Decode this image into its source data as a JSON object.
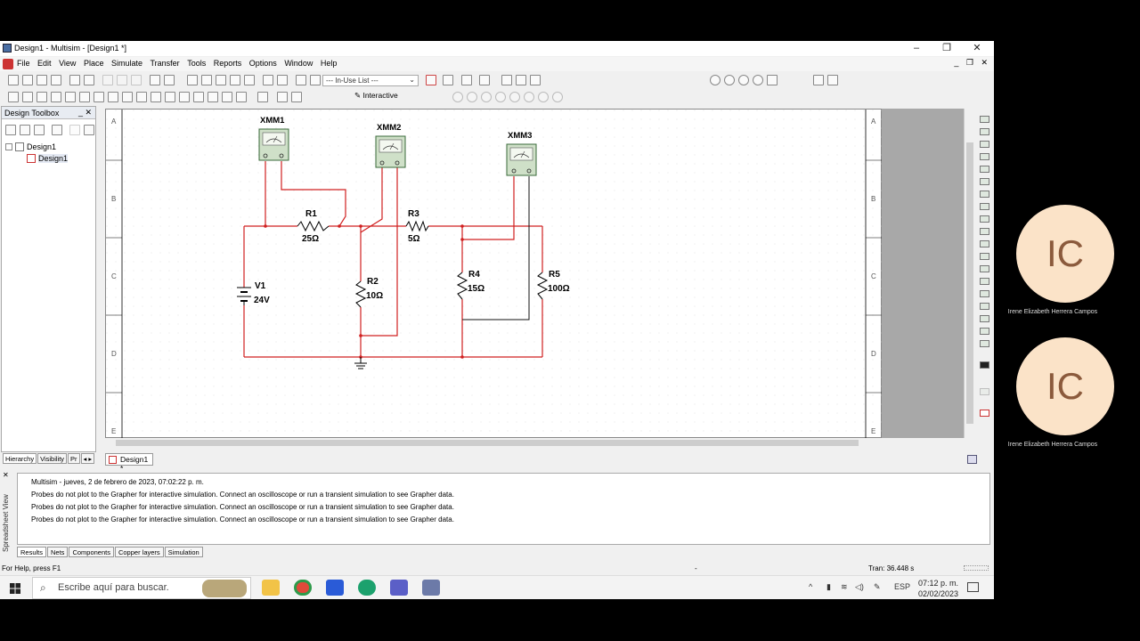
{
  "window": {
    "title": "Design1 - Multisim - [Design1 *]",
    "controls": [
      "–",
      "❐",
      "✕"
    ]
  },
  "menu": [
    "File",
    "Edit",
    "View",
    "Place",
    "Simulate",
    "Transfer",
    "Tools",
    "Reports",
    "Options",
    "Window",
    "Help"
  ],
  "toolbar": {
    "inuse_list": "--- In-Use List ---",
    "interactive_label": "Interactive"
  },
  "toolbox": {
    "title": "Design Toolbox",
    "tree_root": "Design1",
    "tree_child": "Design1",
    "tabs": [
      "Hierarchy",
      "Visibility",
      "Pr"
    ]
  },
  "canvas": {
    "row_labels": [
      "A",
      "B",
      "C",
      "D",
      "E"
    ],
    "components": {
      "xmm1": "XMM1",
      "xmm2": "XMM2",
      "xmm3": "XMM3",
      "r1": "R1",
      "r1_val": "25Ω",
      "r2": "R2",
      "r2_val": "10Ω",
      "r3": "R3",
      "r3_val": "5Ω",
      "r4": "R4",
      "r4_val": "15Ω",
      "r5": "R5",
      "r5_val": "100Ω",
      "v1": "V1",
      "v1_val": "24V"
    },
    "wire_color": "#d02020"
  },
  "doc_tab": "Design1 *",
  "spreadsheet": {
    "side_label": "Spreadsheet View",
    "lines": [
      "Multisim  -  jueves, 2 de febrero de 2023, 07:02:22 p. m.",
      "Probes do not plot to the Grapher for interactive simulation. Connect an oscilloscope or run a transient simulation to see Grapher data.",
      "Probes do not plot to the Grapher for interactive simulation. Connect an oscilloscope or run a transient simulation to see Grapher data.",
      "Probes do not plot to the Grapher for interactive simulation. Connect an oscilloscope or run a transient simulation to see Grapher data."
    ],
    "tabs": [
      "Results",
      "Nets",
      "Components",
      "Copper layers",
      "Simulation"
    ]
  },
  "status": {
    "help": "For Help, press F1",
    "mid": "-",
    "tran": "Tran: 36.448 s"
  },
  "taskbar": {
    "search_placeholder": "Escribe aquí para buscar.",
    "lang": "ESP",
    "time": "07:12 p. m.",
    "date": "02/02/2023"
  },
  "participants": [
    {
      "initials": "IC",
      "name": "Irene Elizabeth Herrera Campos"
    },
    {
      "initials": "IC",
      "name": "Irene Elizabeth Herrera Campos"
    }
  ]
}
